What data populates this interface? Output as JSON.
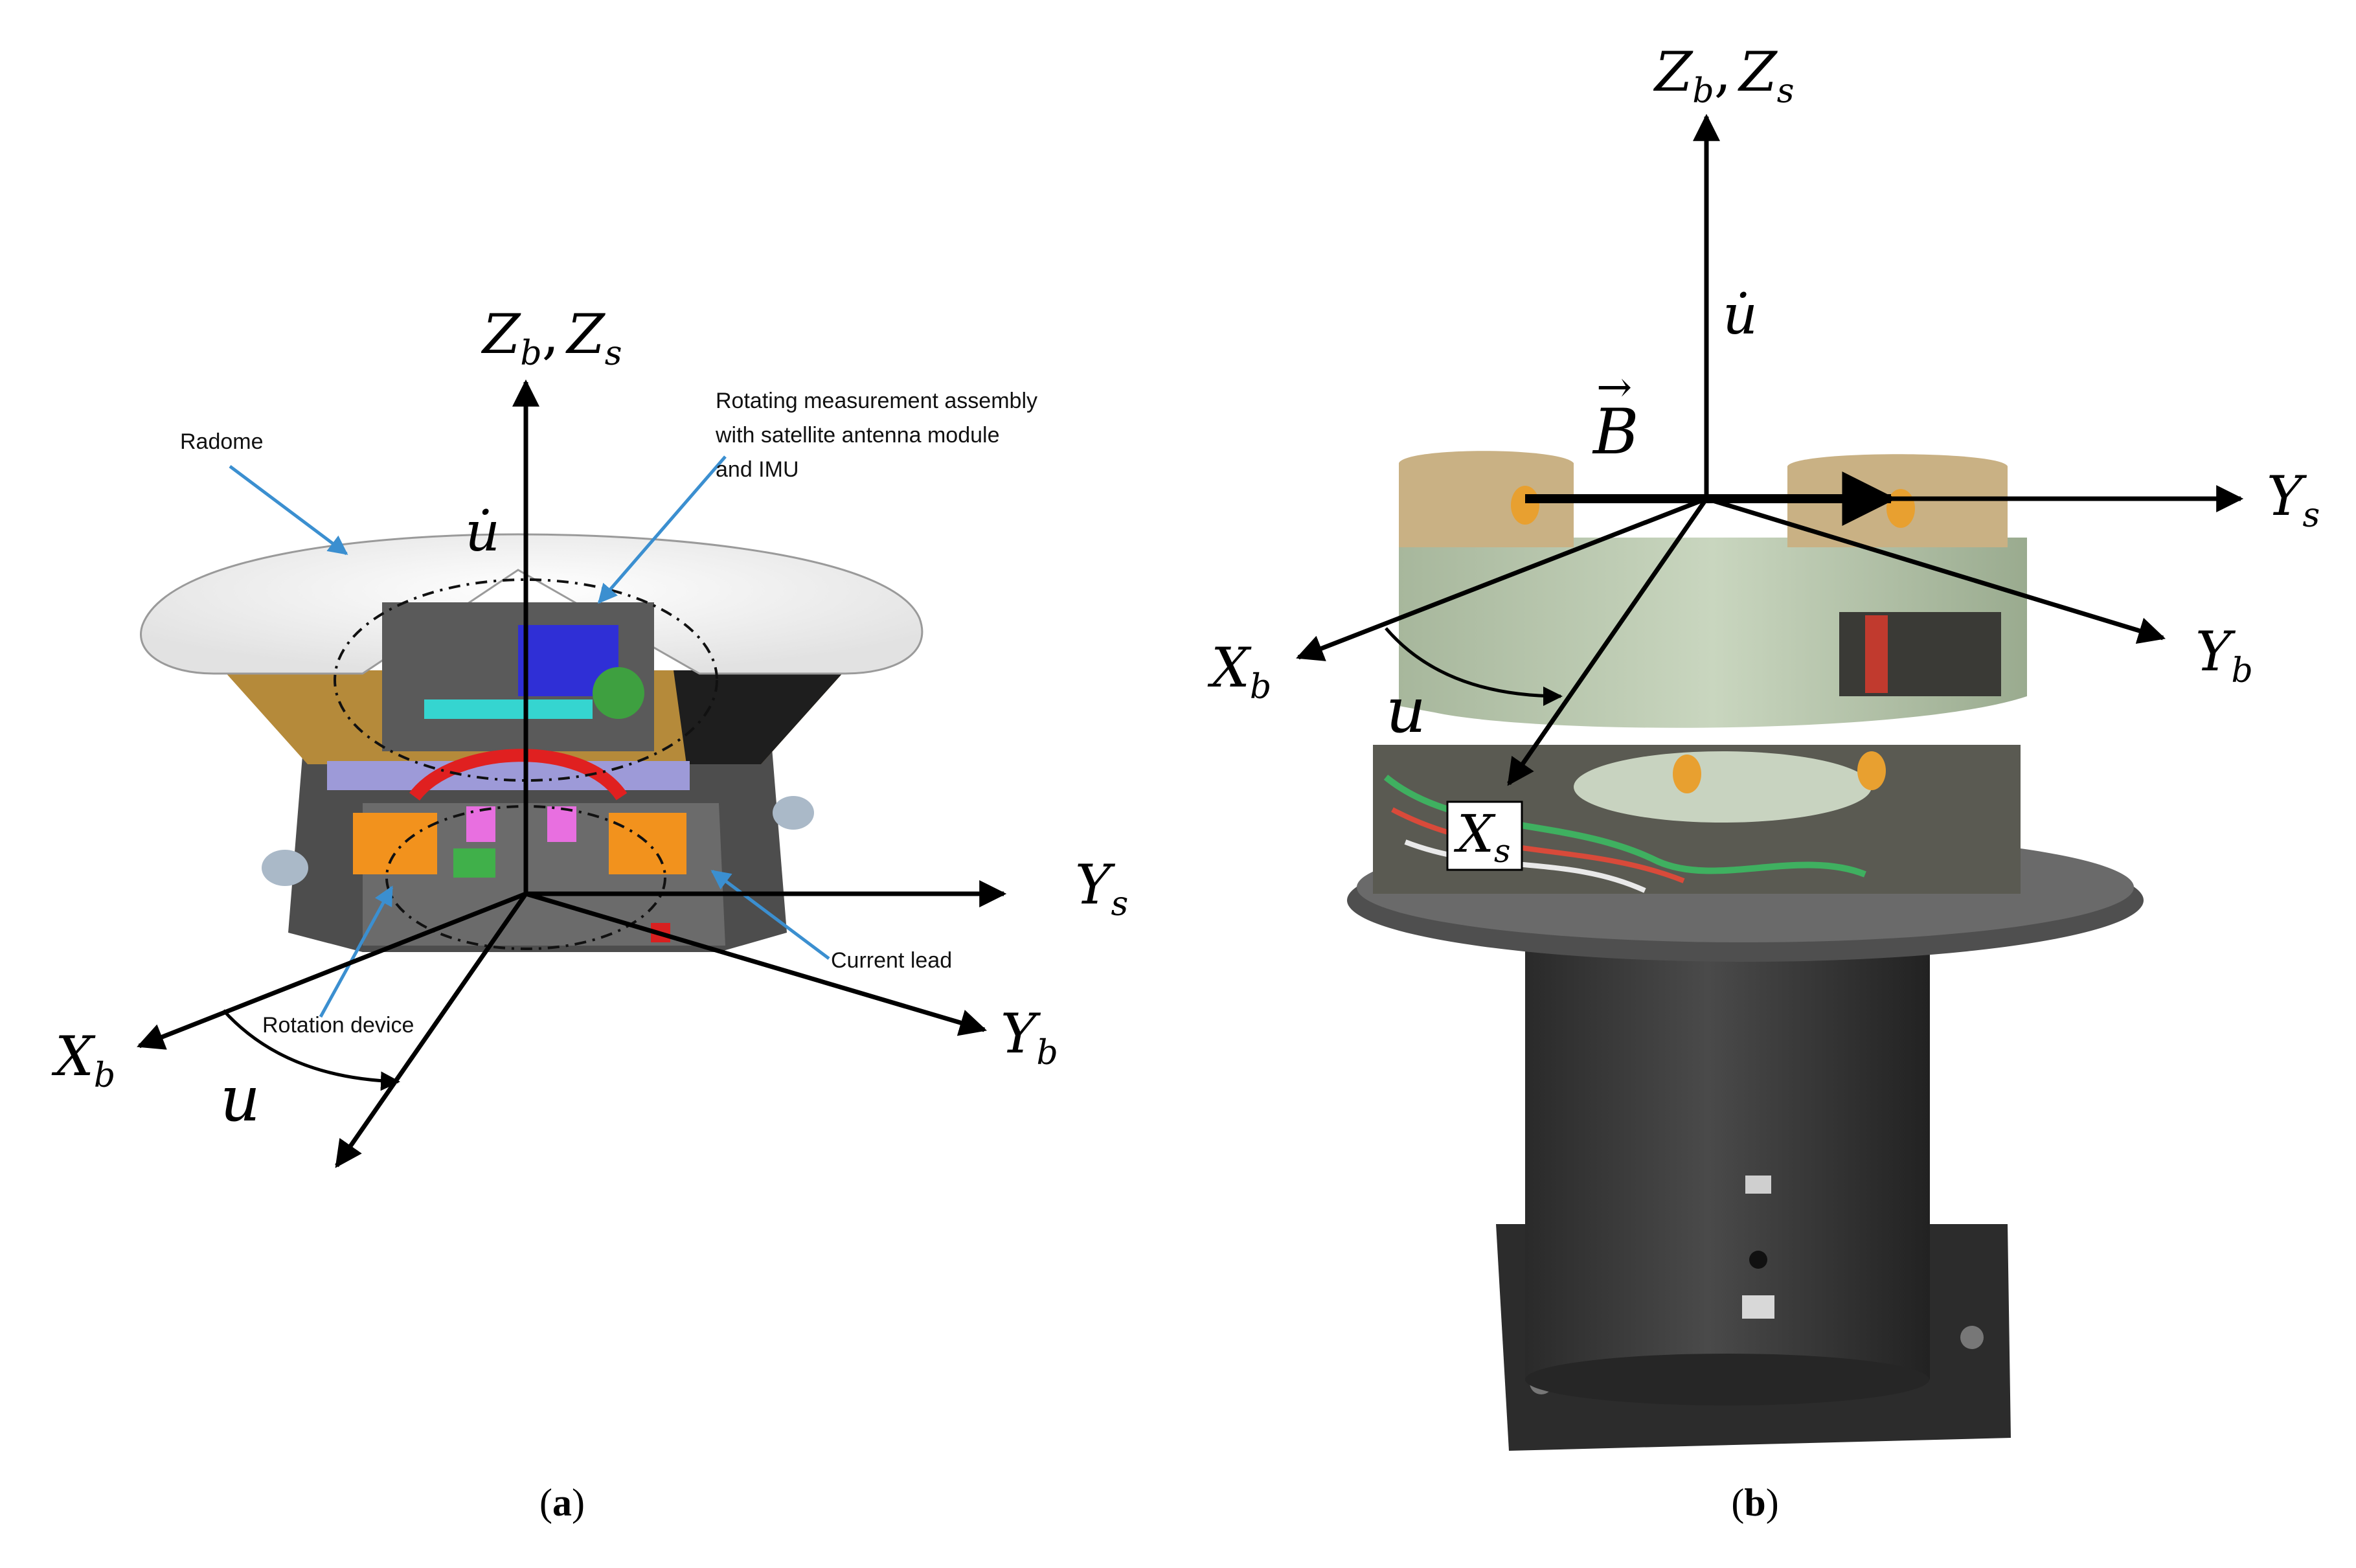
{
  "panel_a": {
    "axis_z": "Z",
    "axis_z_sub_b": "b",
    "axis_z_sep": ",",
    "axis_z2": "Z",
    "axis_z_sub_s": "s",
    "axis_ys": "Y",
    "axis_ys_sub": "s",
    "axis_yb": "Y",
    "axis_yb_sub": "b",
    "axis_xb": "X",
    "axis_xb_sub": "b",
    "rate_label": "u̇",
    "angle_label": "u",
    "callout_radome": "Radome",
    "callout_assembly_line1": "Rotating measurement assembly",
    "callout_assembly_line2": "with satellite antenna module",
    "callout_assembly_line3": "and IMU",
    "callout_current_lead": "Current lead",
    "callout_rotation_device": "Rotation device",
    "caption_open": "(",
    "caption_letter": "a",
    "caption_close": ")"
  },
  "panel_b": {
    "axis_z": "Z",
    "axis_z_sub_b": "b",
    "axis_z_sep": ",",
    "axis_z2": "Z",
    "axis_z_sub_s": "s",
    "axis_ys": "Y",
    "axis_ys_sub": "s",
    "axis_yb": "Y",
    "axis_yb_sub": "b",
    "axis_xb": "X",
    "axis_xb_sub": "b",
    "axis_xs": "X",
    "axis_xs_sub": "s",
    "rate_label": "u̇",
    "angle_label": "u",
    "baseline_label": "B",
    "baseline_arrow": "→",
    "caption_open": "(",
    "caption_letter": "b",
    "caption_close": ")"
  },
  "colors": {
    "axis": "#000000",
    "callout_arrow": "#3b8fd0",
    "radome": "#f4f4f4",
    "housing": "#b58a3a",
    "base_dark": "#3a3a3a",
    "turntable_green": "#b9c7ad",
    "antenna_tan": "#c9b184",
    "gnss_marker": "#e8a030"
  }
}
